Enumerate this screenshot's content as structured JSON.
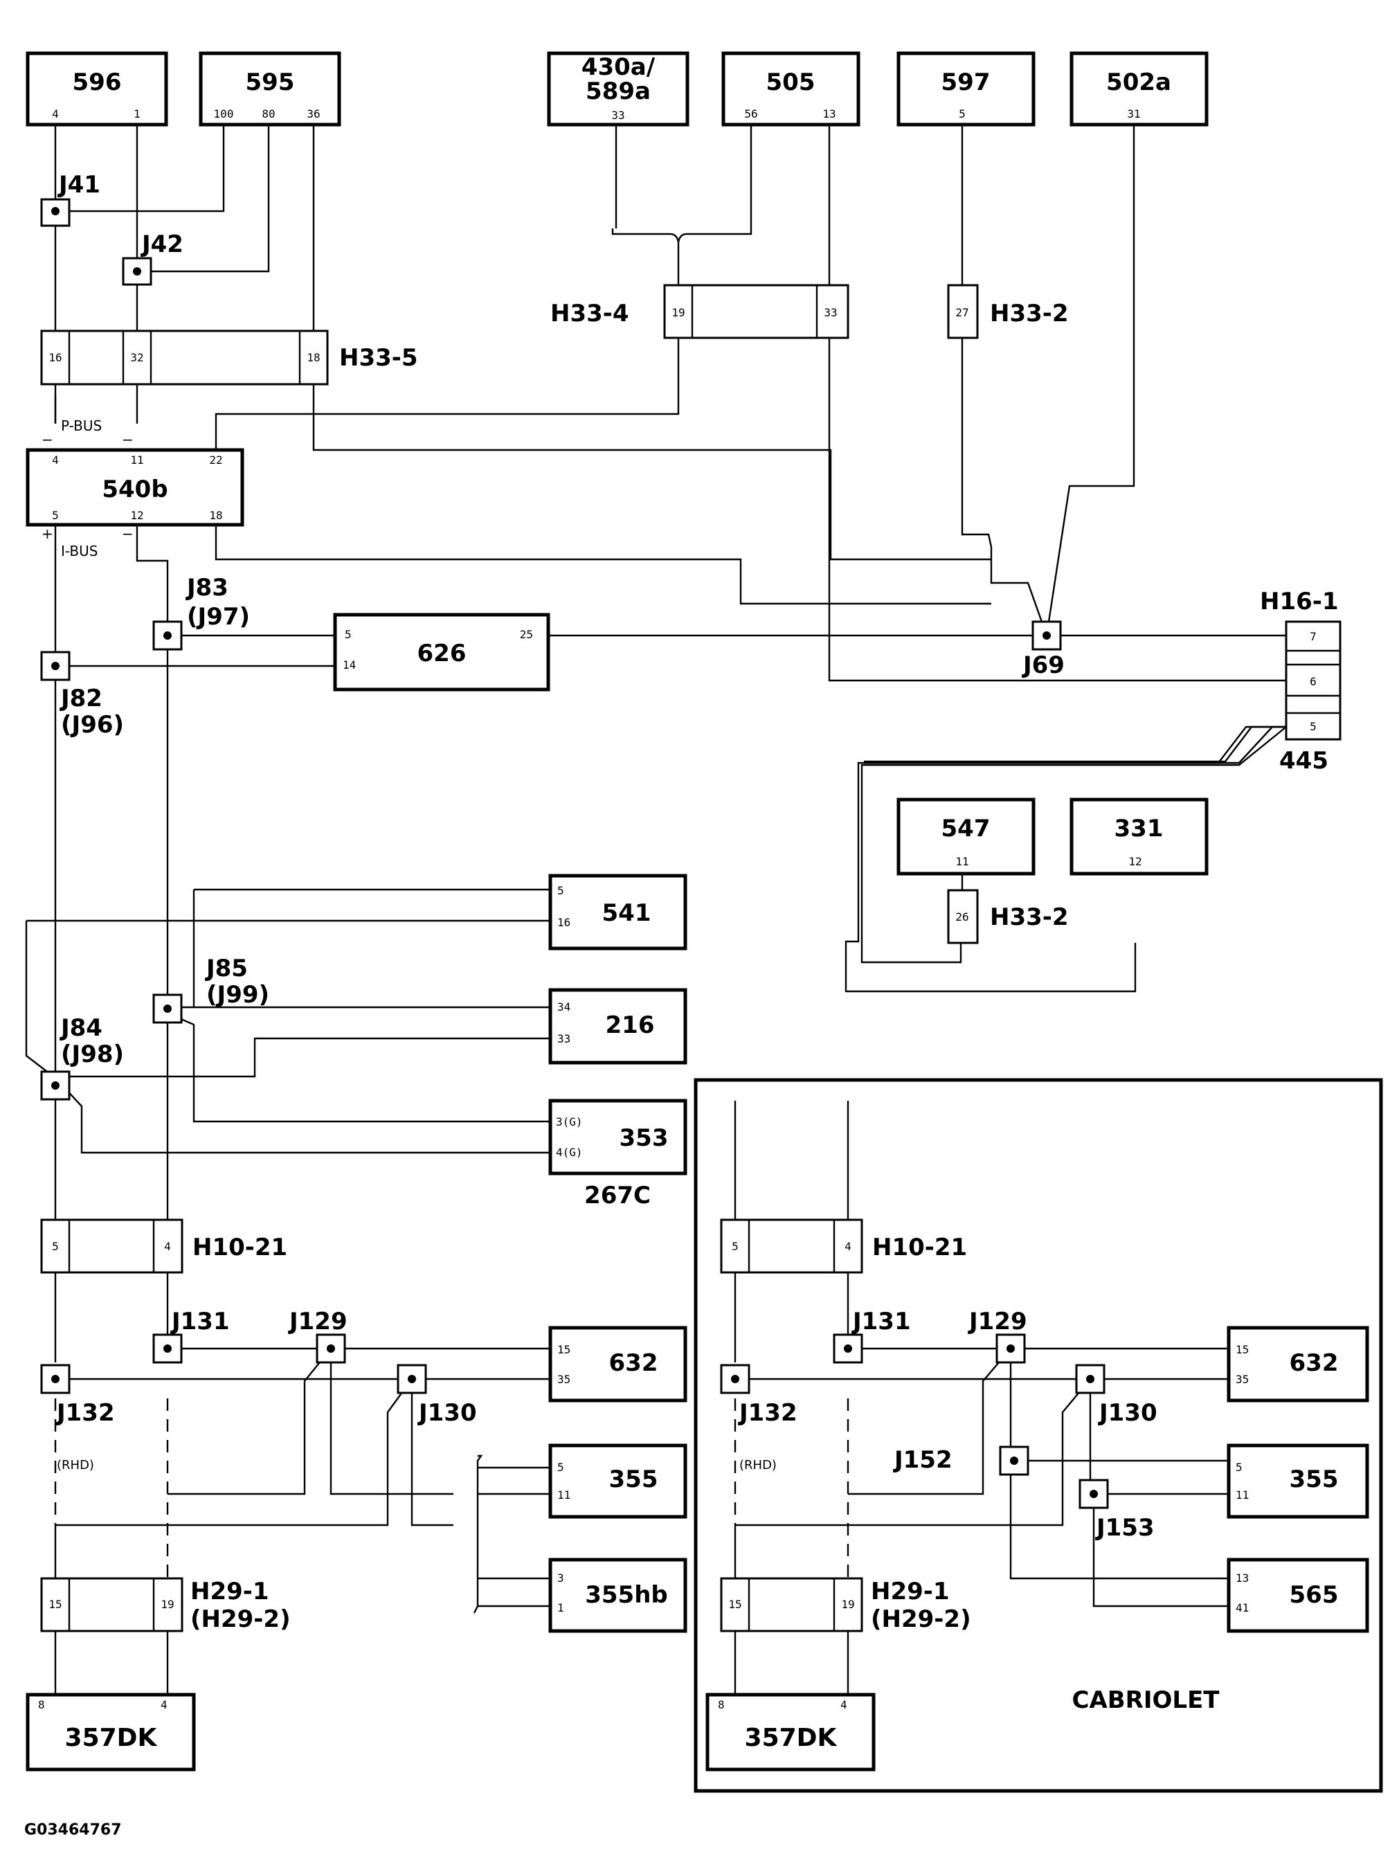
{
  "components": {
    "c596": {
      "name": "596",
      "pins": [
        "4",
        "1"
      ]
    },
    "c595": {
      "name": "595",
      "pins": [
        "100",
        "80",
        "36"
      ]
    },
    "c430": {
      "name1": "430a/",
      "name2": "589a",
      "pins": [
        "33"
      ]
    },
    "c505": {
      "name": "505",
      "pins": [
        "56",
        "13"
      ]
    },
    "c597": {
      "name": "597",
      "pins": [
        "5"
      ]
    },
    "c502": {
      "name": "502a",
      "pins": [
        "31"
      ]
    },
    "c540": {
      "name": "540b",
      "pins_top": [
        "4",
        "11",
        "22"
      ],
      "pins_bot": [
        "5",
        "12",
        "18"
      ]
    },
    "c626": {
      "name": "626",
      "pins": [
        "5",
        "14",
        "25"
      ]
    },
    "c547": {
      "name": "547",
      "pins": [
        "11"
      ]
    },
    "c331": {
      "name": "331",
      "pins": [
        "12"
      ]
    },
    "c541": {
      "name": "541",
      "pins": [
        "5",
        "16"
      ]
    },
    "c216": {
      "name": "216",
      "pins": [
        "34",
        "33"
      ]
    },
    "c353": {
      "name": "353",
      "pins": [
        "3(G)",
        "4(G)"
      ],
      "sub": "267C"
    },
    "c632": {
      "name": "632",
      "pins": [
        "15",
        "35"
      ]
    },
    "c355": {
      "name": "355",
      "pins": [
        "5",
        "11"
      ]
    },
    "c355hb": {
      "name": "355hb",
      "pins": [
        "3",
        "1"
      ]
    },
    "c357": {
      "name": "357DK",
      "pins": [
        "8",
        "4"
      ]
    },
    "c565": {
      "name": "565",
      "pins": [
        "13",
        "41"
      ]
    }
  },
  "connectors": {
    "h33_5": {
      "label": "H33-5",
      "pins": [
        "16",
        "32",
        "18"
      ]
    },
    "h33_4": {
      "label": "H33-4",
      "pins": [
        "19",
        "33"
      ]
    },
    "h33_2a": {
      "label": "H33-2",
      "pins": [
        "27"
      ]
    },
    "h33_2b": {
      "label": "H33-2",
      "pins": [
        "26"
      ]
    },
    "h16_1": {
      "label": "H16-1",
      "pins": [
        "7",
        "6",
        "5"
      ],
      "sub": "445"
    },
    "h10_21": {
      "label": "H10-21",
      "pins": [
        "5",
        "4"
      ]
    },
    "h29_1": {
      "label1": "H29-1",
      "label2": "(H29-2)",
      "pins": [
        "15",
        "19"
      ]
    }
  },
  "junctions": {
    "j41": "J41",
    "j42": "J42",
    "j83": "J83",
    "j97": "(J97)",
    "j82": "J82",
    "j96": "(J96)",
    "j69": "J69",
    "j85": "J85",
    "j99": "(J99)",
    "j84": "J84",
    "j98": "(J98)",
    "j131": "J131",
    "j129": "J129",
    "j132": "J132",
    "j130": "J130",
    "j152": "J152",
    "j153": "J153"
  },
  "bus": {
    "p_bus": "P-BUS",
    "i_bus": "I-BUS"
  },
  "notes": {
    "rhd": "(RHD)",
    "cabriolet": "CABRIOLET",
    "figure_code": "G03464767"
  }
}
